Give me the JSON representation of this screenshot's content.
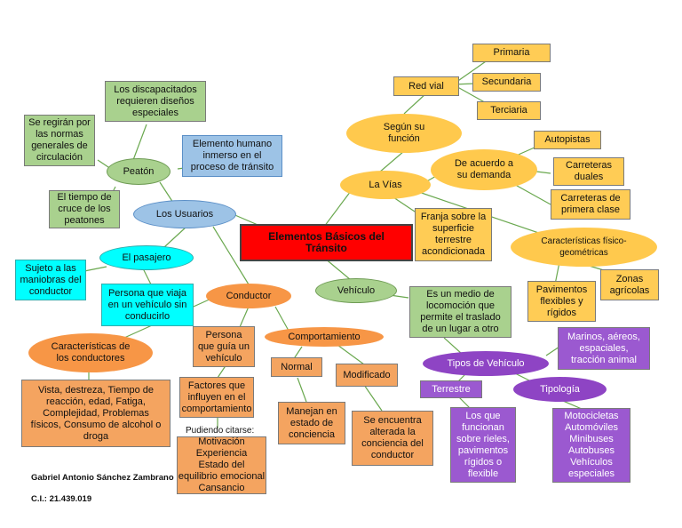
{
  "center": "Elementos Básicos del\nTránsito",
  "nodes": {
    "primaria": "Primaria",
    "secundaria": "Secundaria",
    "terciaria": "Terciaria",
    "red_vial": "Red vial",
    "segun_funcion": "Según su\nfunción",
    "autopistas": "Autopistas",
    "carreteras_duales": "Carreteras\nduales",
    "carreteras_primera": "Carreteras de\nprimera clase",
    "demanda": "De acuerdo a\nsu demanda",
    "las_vias": "La Vías",
    "franja": "Franja sobre la\nsuperficie\nterrestre\nacondicionada",
    "caracteristicas_fisico": "Características físico-\ngeométricas",
    "zonas_agricolas": "Zonas\nagrícolas",
    "pavimentos": "Pavimentos\nflexibles y\nrígidos",
    "discapacitados": "Los discapacitados\nrequieren diseños\nespeciales",
    "se_regiran": "Se regirán por\nlas normas\ngenerales de\ncirculación",
    "peaton": "Peatón",
    "elemento_humano": "Elemento humano\ninmerso en el\nproceso de tránsito",
    "tiempo_cruce": "El tiempo de\ncruce de los\npeatones",
    "los_usuarios": "Los Usuarios",
    "el_pasajero": "El pasajero",
    "sujeto": "Sujeto a las\nmaniobras del\nconductor",
    "persona_viaja": "Persona que viaja\nen un vehículo sin\nconducirlo",
    "conductor": "Conductor",
    "vehiculo": "Vehículo",
    "medio_locomocion": "Es un medio de\nlocomoción que\npermite el traslado\nde un lugar a otro",
    "caracteristicas_conductores": "Características de\nlos conductores",
    "persona_guia": "Persona\nque guía un\nvehículo",
    "comportamiento": "Comportamiento",
    "vista_destreza": "Vista, destreza, Tiempo de\nreacción, edad, Fatiga,\nComplejidad, Problemas\nfísicos, Consumo de alcohol o\ndroga",
    "factores": "Factores que\ninfluyen en el\ncomportamiento",
    "normal": "Normal",
    "modificado": "Modificado",
    "manejan": "Manejan en\nestado de\nconciencia",
    "alterada": "Se encuentra\nalterada la\nconciencia del\nconductor",
    "pudiendo": "Pudiendo citarse:",
    "motivacion": "Motivación\nExperiencia\nEstado del\nequilibrio emocional\nCansancio",
    "marinos": "Marinos, aéreos,\nespaciales,\ntracción animal",
    "tipos_vehiculo": "Tipos de Vehículo",
    "terrestre": "Terrestre",
    "tipologia": "Tipología",
    "rieles": "Los que\nfuncionan\nsobre rieles,\npavimentos\nrígidos o\nflexible",
    "motocicletas": "Motocicletas\nAutomóviles\nMinibuses\nAutobuses\nVehículos\nespeciales"
  },
  "author": {
    "name": "Gabriel Antonio Sánchez Zambrano",
    "id": "C.I.: 21.439.019"
  },
  "colors": {
    "yellow": "#ffcc55",
    "green": "#a9d18e",
    "blue": "#9dc3e6",
    "cyan": "#00ffff",
    "orange": "#f79646",
    "purple": "#8e44c4",
    "red": "#ff0000"
  }
}
